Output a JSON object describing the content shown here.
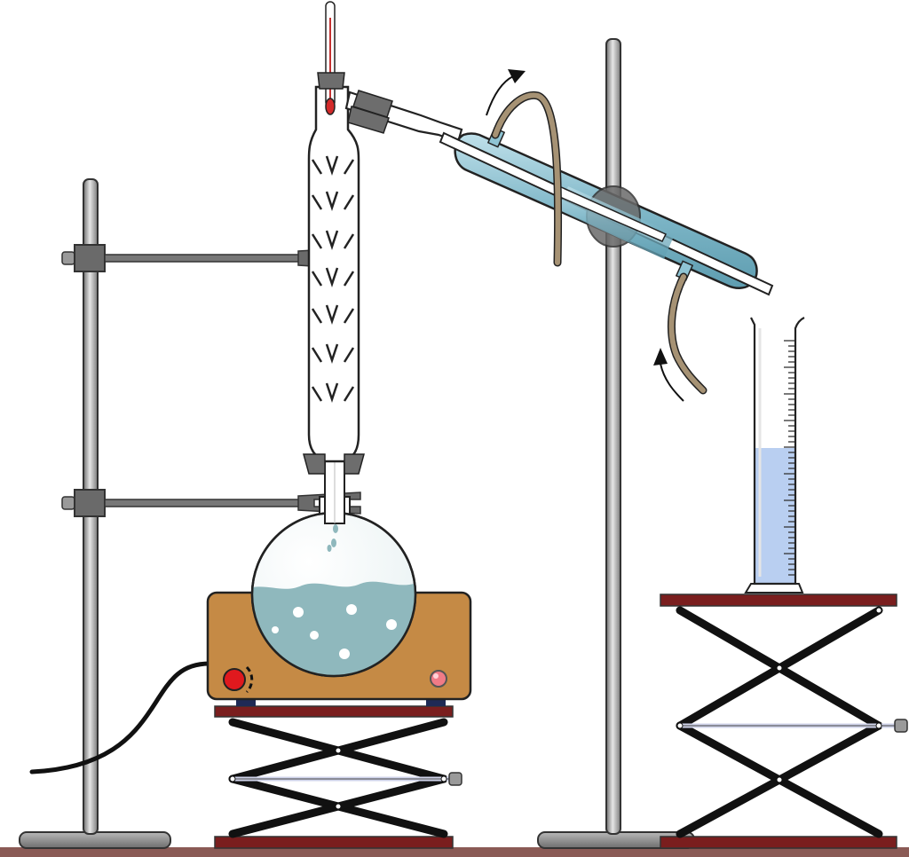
{
  "title": "",
  "labels": [],
  "colors": {
    "stand_rod": "#a9a9a9",
    "stand_base": "#8c8c8c",
    "clamp": "#5a5a5a",
    "glass_outline": "#222222",
    "glass_fill": "#ffffff",
    "condenser_jacket": "#8fc4d4",
    "liquid_flask": "#8fb8bd",
    "liquid_cylinder": "#b9cff1",
    "hot_plate": "#c58a45",
    "hot_plate_knob": "#e0191e",
    "hot_plate_light": "#f07b86",
    "stopper": "#6d6d6d",
    "tubing": "#a69274",
    "jack_plate": "#7a1e1e",
    "jack_scissor": "#111111",
    "thermometer_bulb": "#d32a2a",
    "bench": "#8a5a55"
  },
  "components": [
    {
      "name": "ring-stand-left"
    },
    {
      "name": "ring-stand-right"
    },
    {
      "name": "upper-clamp"
    },
    {
      "name": "lower-clamp"
    },
    {
      "name": "thermometer"
    },
    {
      "name": "fractionating-column"
    },
    {
      "name": "round-bottom-flask"
    },
    {
      "name": "hot-plate"
    },
    {
      "name": "lab-jack-left"
    },
    {
      "name": "liebig-condenser"
    },
    {
      "name": "water-inlet-hose"
    },
    {
      "name": "water-outlet-hose"
    },
    {
      "name": "graduated-cylinder"
    },
    {
      "name": "lab-jack-right"
    },
    {
      "name": "power-cord"
    }
  ]
}
